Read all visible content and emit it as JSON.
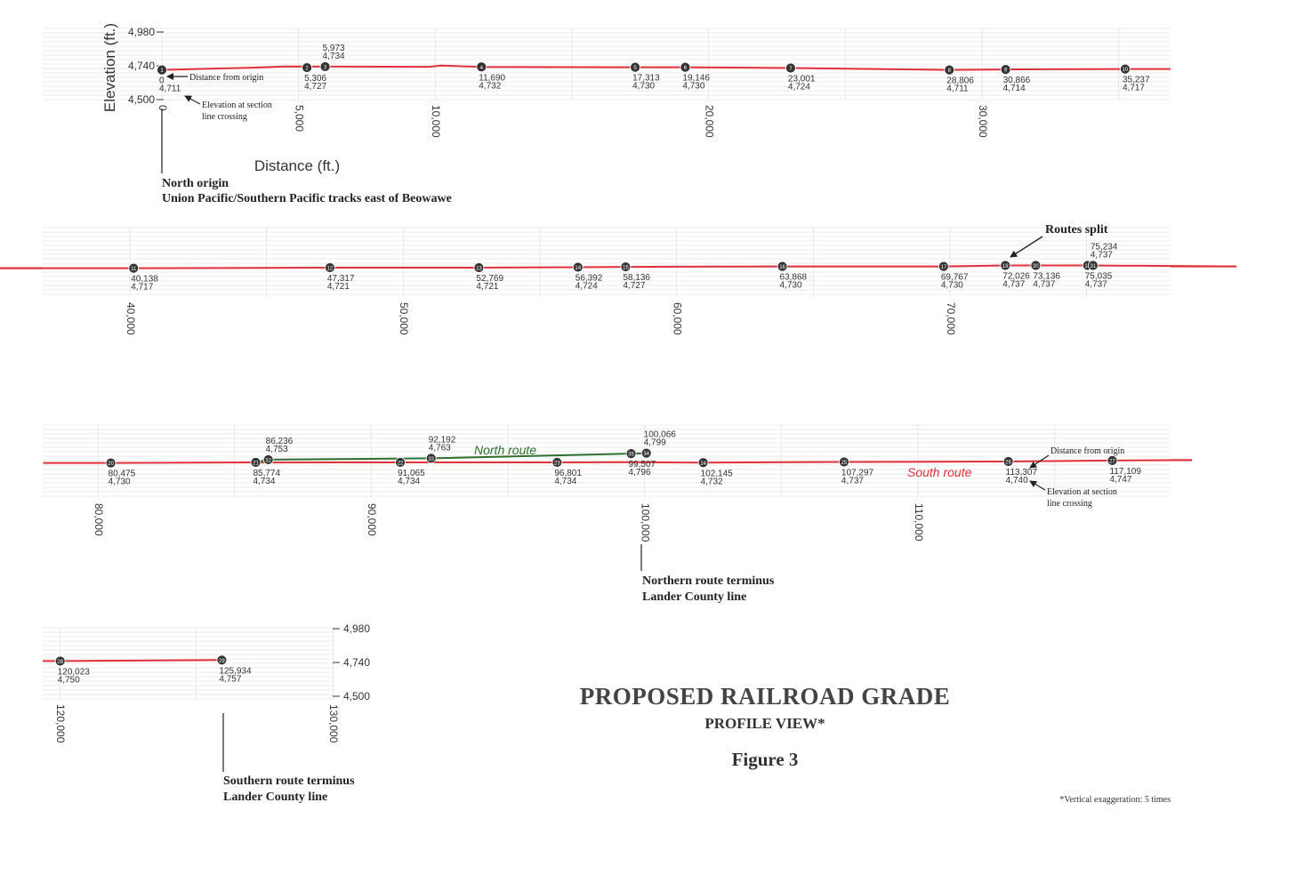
{
  "chart_data": {
    "type": "line",
    "title": "PROPOSED RAILROAD GRADE",
    "subtitle": "PROFILE VIEW*",
    "figure_label": "Figure 3",
    "footnote": "*Vertical exaggeration: 5 times",
    "xlabel": "Distance (ft.)",
    "ylabel": "Elevation (ft.)",
    "ylim": [
      4500,
      4980
    ],
    "yticks": [
      "4,980",
      "4,740",
      "4,500"
    ],
    "xlim": [
      0,
      130000
    ],
    "xticks": [
      "0",
      "5,000",
      "10,000",
      "20,000",
      "30,000",
      "40,000",
      "50,000",
      "60,000",
      "70,000",
      "80,000",
      "90,000",
      "100,000",
      "110,000",
      "120,000",
      "130,000"
    ],
    "series": [
      {
        "name": "South route",
        "color": "#e0303a",
        "points": [
          [
            0,
            4711
          ],
          [
            3306,
            4727
          ],
          [
            4500,
            4735
          ],
          [
            9800,
            4733
          ],
          [
            10200,
            4742
          ],
          [
            11690,
            4732
          ],
          [
            17313,
            4730
          ],
          [
            19146,
            4730
          ],
          [
            23001,
            4724
          ],
          [
            28806,
            4711
          ],
          [
            30866,
            4714
          ],
          [
            35237,
            4717
          ],
          [
            40138,
            4717
          ],
          [
            47317,
            4721
          ],
          [
            52769,
            4721
          ],
          [
            56392,
            4724
          ],
          [
            58136,
            4727
          ],
          [
            63868,
            4730
          ],
          [
            69767,
            4730
          ],
          [
            72026,
            4737
          ],
          [
            73136,
            4737
          ],
          [
            75035,
            4737
          ],
          [
            80475,
            4730
          ],
          [
            85774,
            4734
          ],
          [
            86236,
            4733
          ],
          [
            91065,
            4734
          ],
          [
            96801,
            4734
          ],
          [
            99507,
            4735
          ],
          [
            102145,
            4732
          ],
          [
            107297,
            4737
          ],
          [
            113307,
            4740
          ],
          [
            117109,
            4747
          ],
          [
            120023,
            4750
          ],
          [
            125934,
            4757
          ]
        ]
      },
      {
        "name": "North route",
        "color": "#2e6f2e",
        "points": [
          [
            85774,
            4734
          ],
          [
            86236,
            4753
          ],
          [
            92192,
            4763
          ],
          [
            100066,
            4799
          ]
        ]
      }
    ],
    "stations": [
      {
        "id": "1",
        "x": 0,
        "dist": "0",
        "elev": "4,711"
      },
      {
        "id": "2",
        "x": 5306,
        "dist": "5,306",
        "elev": "4,727"
      },
      {
        "id": "3",
        "x": 5973,
        "dist": "5,973",
        "elev": "4,734"
      },
      {
        "id": "4",
        "x": 11690,
        "dist": "11,690",
        "elev": "4,732"
      },
      {
        "id": "5",
        "x": 17313,
        "dist": "17,313",
        "elev": "4,730"
      },
      {
        "id": "6",
        "x": 19146,
        "dist": "19,146",
        "elev": "4,730"
      },
      {
        "id": "7",
        "x": 23001,
        "dist": "23,001",
        "elev": "4,724"
      },
      {
        "id": "8",
        "x": 28806,
        "dist": "28,806",
        "elev": "4,711"
      },
      {
        "id": "9",
        "x": 30866,
        "dist": "30,866",
        "elev": "4,714"
      },
      {
        "id": "10",
        "x": 35237,
        "dist": "35,237",
        "elev": "4,717"
      },
      {
        "id": "11",
        "x": 40138,
        "dist": "40,138",
        "elev": "4,717"
      },
      {
        "id": "12",
        "x": 47317,
        "dist": "47,317",
        "elev": "4,721"
      },
      {
        "id": "13",
        "x": 52769,
        "dist": "52,769",
        "elev": "4,721"
      },
      {
        "id": "14",
        "x": 56392,
        "dist": "56,392",
        "elev": "4,724"
      },
      {
        "id": "15",
        "x": 58136,
        "dist": "58,136",
        "elev": "4,727"
      },
      {
        "id": "16",
        "x": 63868,
        "dist": "63,868",
        "elev": "4,730"
      },
      {
        "id": "17",
        "x": 69767,
        "dist": "69,767",
        "elev": "4,730"
      },
      {
        "id": "18",
        "x": 72026,
        "dist": "72,026",
        "elev": "4,737"
      },
      {
        "id": "30",
        "x": 73136,
        "dist": "73,136",
        "elev": "4,737"
      },
      {
        "id": "19",
        "x": 75035,
        "dist": "75,035",
        "elev": "4,737"
      },
      {
        "id": "31",
        "x": 75234,
        "dist": "75,234",
        "elev": "4,737"
      },
      {
        "id": "20",
        "x": 80475,
        "dist": "80,475",
        "elev": "4,730"
      },
      {
        "id": "21",
        "x": 85774,
        "dist": "85,774",
        "elev": "4,734"
      },
      {
        "id": "32",
        "x": 86236,
        "dist": "86,236",
        "elev": "4,753"
      },
      {
        "id": "22",
        "x": 91065,
        "dist": "91,065",
        "elev": "4,734"
      },
      {
        "id": "33",
        "x": 92192,
        "dist": "92,192",
        "elev": "4,763"
      },
      {
        "id": "23",
        "x": 96801,
        "dist": "96,801",
        "elev": "4,734"
      },
      {
        "id": "34",
        "x": 100066,
        "dist": "100,066",
        "elev": "4,799"
      },
      {
        "id": "35",
        "x": 99507,
        "dist": "99,507",
        "elev": "4,796"
      },
      {
        "id": "24",
        "x": 102145,
        "dist": "102,145",
        "elev": "4,732"
      },
      {
        "id": "25",
        "x": 107297,
        "dist": "107,297",
        "elev": "4,737"
      },
      {
        "id": "26",
        "x": 113307,
        "dist": "113,307",
        "elev": "4,740"
      },
      {
        "id": "27",
        "x": 117109,
        "dist": "117,109",
        "elev": "4,747"
      },
      {
        "id": "28",
        "x": 120023,
        "dist": "120,023",
        "elev": "4,750"
      },
      {
        "id": "29",
        "x": 125934,
        "dist": "125,934",
        "elev": "4,757"
      }
    ],
    "annotations": {
      "distance_from_origin": "Distance from origin",
      "elevation_at_crossing_1": "Elevation at section",
      "elevation_at_crossing_2": "line crossing",
      "north_origin_1": "North origin",
      "north_origin_2": "Union Pacific/Southern Pacific tracks east of Beowawe",
      "routes_split": "Routes split",
      "north_route": "North route",
      "south_route": "South route",
      "northern_terminus_1": "Northern route terminus",
      "northern_terminus_2": "Lander County line",
      "southern_terminus_1": "Southern route terminus",
      "southern_terminus_2": "Lander County line"
    }
  }
}
